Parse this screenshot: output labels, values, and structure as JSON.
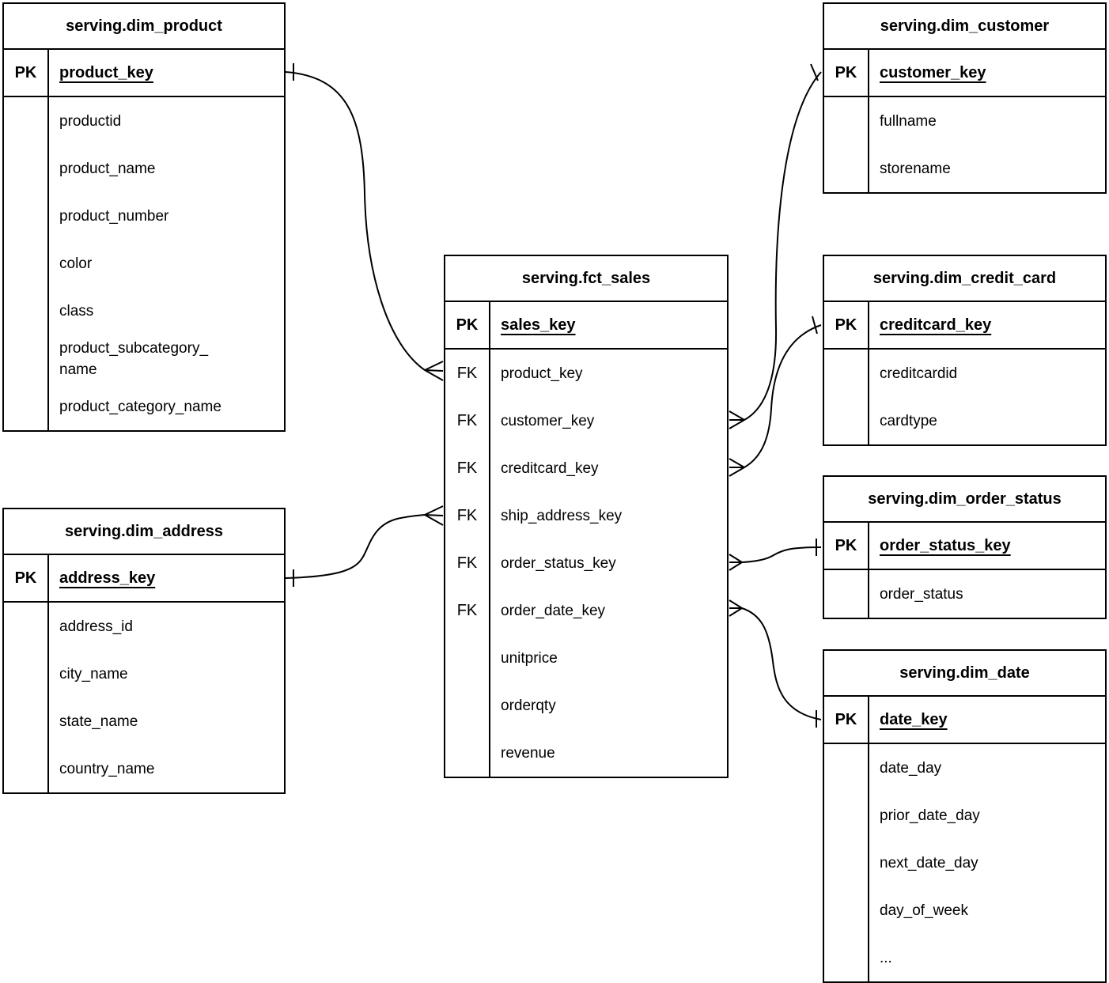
{
  "labels": {
    "pk": "PK",
    "fk": "FK"
  },
  "tables": {
    "dim_product": {
      "title": "serving.dim_product",
      "pk_field": "product_key",
      "fields": [
        "productid",
        "product_name",
        "product_number",
        "color",
        "class",
        "product_subcategory_\nname",
        "product_category_name"
      ]
    },
    "dim_address": {
      "title": "serving.dim_address",
      "pk_field": "address_key",
      "fields": [
        "address_id",
        "city_name",
        "state_name",
        "country_name"
      ]
    },
    "fct_sales": {
      "title": "serving.fct_sales",
      "pk_field": "sales_key",
      "rows": [
        {
          "key": "FK",
          "name": "product_key"
        },
        {
          "key": "FK",
          "name": "customer_key"
        },
        {
          "key": "FK",
          "name": "creditcard_key"
        },
        {
          "key": "FK",
          "name": "ship_address_key"
        },
        {
          "key": "FK",
          "name": "order_status_key"
        },
        {
          "key": "FK",
          "name": "order_date_key"
        },
        {
          "key": "",
          "name": "unitprice"
        },
        {
          "key": "",
          "name": "orderqty"
        },
        {
          "key": "",
          "name": "revenue"
        }
      ]
    },
    "dim_customer": {
      "title": "serving.dim_customer",
      "pk_field": "customer_key",
      "fields": [
        "fullname",
        "storename"
      ]
    },
    "dim_credit_card": {
      "title": "serving.dim_credit_card",
      "pk_field": "creditcard_key",
      "fields": [
        "creditcardid",
        "cardtype"
      ]
    },
    "dim_order_status": {
      "title": "serving.dim_order_status",
      "pk_field": "order_status_key",
      "fields": [
        "order_status"
      ]
    },
    "dim_date": {
      "title": "serving.dim_date",
      "pk_field": "date_key",
      "fields": [
        "date_day",
        "prior_date_day",
        "next_date_day",
        "day_of_week",
        "..."
      ]
    }
  },
  "relationships": [
    {
      "from_table": "serving.fct_sales",
      "from_field": "product_key",
      "to_table": "serving.dim_product",
      "to_field": "product_key",
      "from_end": "many",
      "to_end": "one"
    },
    {
      "from_table": "serving.fct_sales",
      "from_field": "customer_key",
      "to_table": "serving.dim_customer",
      "to_field": "customer_key",
      "from_end": "many",
      "to_end": "one"
    },
    {
      "from_table": "serving.fct_sales",
      "from_field": "creditcard_key",
      "to_table": "serving.dim_credit_card",
      "to_field": "creditcard_key",
      "from_end": "many",
      "to_end": "one"
    },
    {
      "from_table": "serving.fct_sales",
      "from_field": "ship_address_key",
      "to_table": "serving.dim_address",
      "to_field": "address_key",
      "from_end": "many",
      "to_end": "one"
    },
    {
      "from_table": "serving.fct_sales",
      "from_field": "order_status_key",
      "to_table": "serving.dim_order_status",
      "to_field": "order_status_key",
      "from_end": "many",
      "to_end": "one"
    },
    {
      "from_table": "serving.fct_sales",
      "from_field": "order_date_key",
      "to_table": "serving.dim_date",
      "to_field": "date_key",
      "from_end": "many",
      "to_end": "one"
    }
  ],
  "colors": {
    "line": "#000000",
    "background": "#ffffff",
    "text": "#000000"
  }
}
